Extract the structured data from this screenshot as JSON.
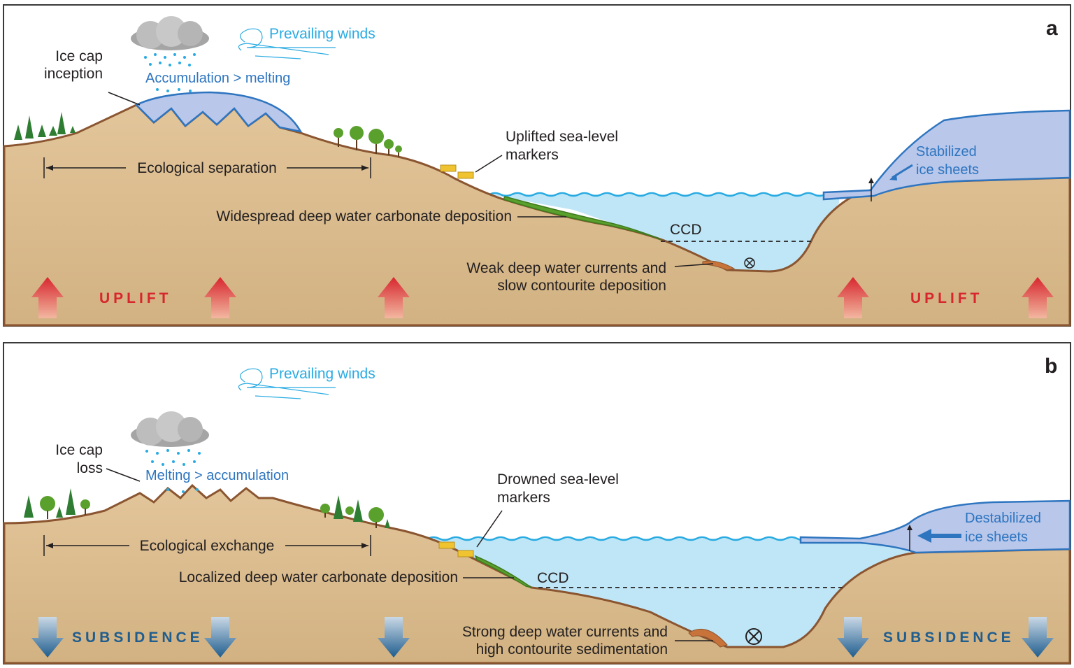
{
  "panel_a": {
    "letter": "a",
    "winds": "Prevailing winds",
    "cloud_text": "Accumulation > melting",
    "ice_cap_line1": "Ice cap",
    "ice_cap_line2": "inception",
    "eco": "Ecological separation",
    "markers_line1": "Uplifted sea-level",
    "markers_line2": "markers",
    "carbonate": "Widespread deep water carbonate deposition",
    "ccd": "CCD",
    "currents_line1": "Weak deep water currents and",
    "currents_line2": "slow contourite deposition",
    "sheets_line1": "Stabilized",
    "sheets_line2": "ice sheets",
    "motion": "UPLIFT",
    "motion_right": "UPLIFT"
  },
  "panel_b": {
    "letter": "b",
    "winds": "Prevailing winds",
    "cloud_text": "Melting > accumulation",
    "ice_cap_line1": "Ice cap",
    "ice_cap_line2": "loss",
    "eco": "Ecological exchange",
    "markers_line1": "Drowned sea-level",
    "markers_line2": "markers",
    "carbonate": "Localized deep water carbonate deposition",
    "ccd": "CCD",
    "currents_line1": "Strong deep water currents and",
    "currents_line2": "high contourite sedimentation",
    "sheets_line1": "Destabilized",
    "sheets_line2": "ice sheets",
    "motion": "SUBSIDENCE",
    "motion_right": "SUBSIDENCE"
  },
  "colors": {
    "ground": "#d8b98c",
    "ground_line": "#8a5530",
    "water": "#bfe6f6",
    "ice": "#b9c7ea",
    "ice_line": "#2e75c0",
    "carbonate": "#5aa02c",
    "uplift": "#d7262e",
    "subsidence": "#1f5d8e"
  }
}
